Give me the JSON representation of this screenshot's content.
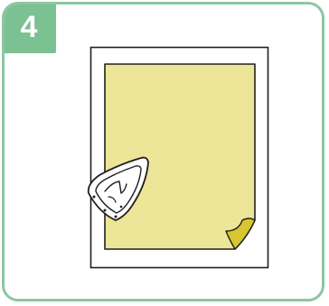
{
  "step": {
    "number": "4"
  },
  "colors": {
    "frame_border": "#8cc6a0",
    "badge_background": "#7cc191",
    "fabric_fill": "#ede597",
    "fabric_curl_fill": "#d6c630",
    "outline": "#231f20"
  },
  "icons": {
    "iron": "iron-icon",
    "fabric": "fabric-sheet",
    "backing": "backing-sheet"
  }
}
